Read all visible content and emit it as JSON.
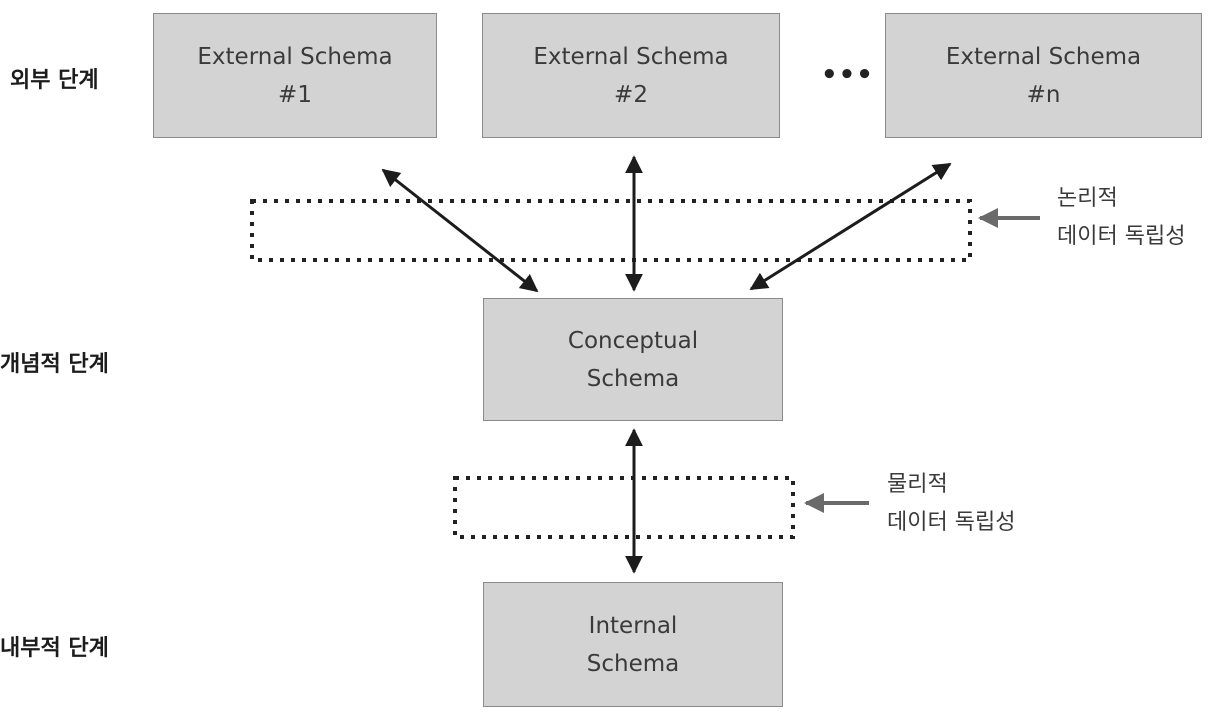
{
  "levels": {
    "external": "외부 단계",
    "conceptual": "개념적 단계",
    "internal": "내부적 단계"
  },
  "external_schemas": [
    {
      "line1": "External Schema",
      "line2": "#1"
    },
    {
      "line1": "External Schema",
      "line2": "#2"
    },
    {
      "line1": "External Schema",
      "line2": "#n"
    }
  ],
  "ellipsis": "•••",
  "conceptual_schema": {
    "line1": "Conceptual",
    "line2": "Schema"
  },
  "internal_schema": {
    "line1": "Internal",
    "line2": "Schema"
  },
  "logical_independence": {
    "line1": "논리적",
    "line2": "데이터 독립성"
  },
  "physical_independence": {
    "line1": "물리적",
    "line2": "데이터 독립성"
  }
}
